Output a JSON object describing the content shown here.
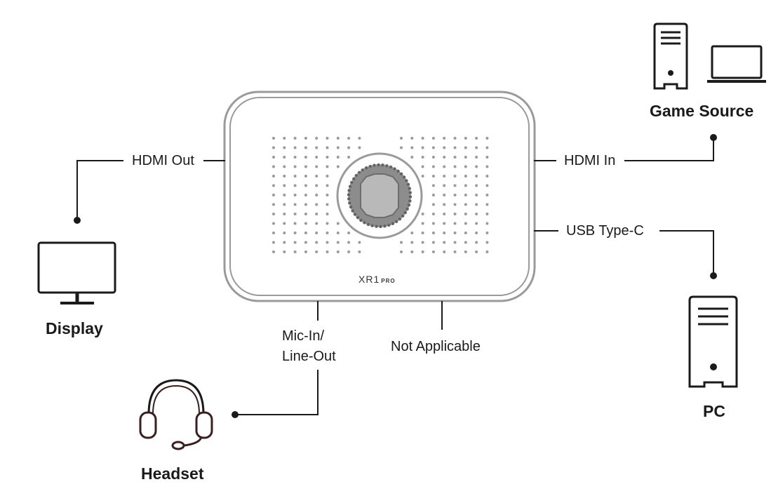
{
  "device": {
    "brand": "XR1",
    "brand_suffix": "PRO"
  },
  "ports": {
    "hdmi_out": "HDMI Out",
    "hdmi_in": "HDMI In",
    "usb_type_c": "USB Type-C",
    "mic_in_line1": "Mic-In/",
    "mic_in_line2": "Line-Out",
    "not_applicable": "Not Applicable"
  },
  "endpoints": {
    "display": "Display",
    "game_source": "Game Source",
    "pc": "PC",
    "headset": "Headset"
  },
  "icons": [
    "monitor-icon",
    "desktop-tower-icon",
    "laptop-icon",
    "pc-tower-icon",
    "headset-icon"
  ]
}
